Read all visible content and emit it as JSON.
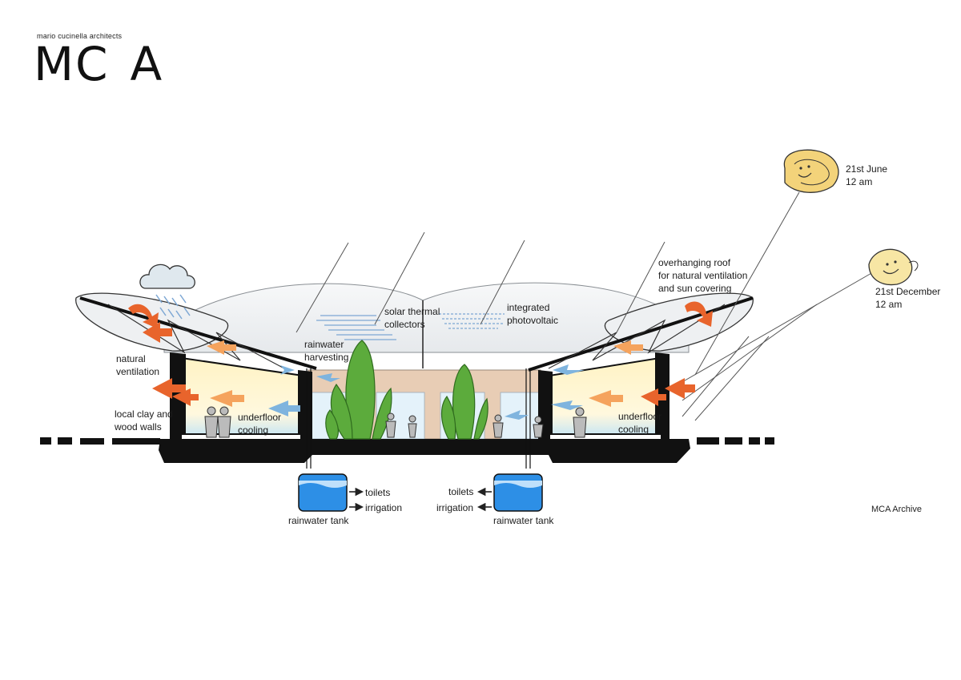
{
  "brand": {
    "subtitle": "mario cucinella architects",
    "logo_letters": [
      "MC",
      "A"
    ]
  },
  "credit": "MCA Archive",
  "colors": {
    "roof_glass": "#eef0f2",
    "wall_fill": "#fff4c8",
    "water": "#2d8fe6",
    "plant": "#5cab3c",
    "sun": "#f3d37a",
    "warm_arrow": "#e8642c",
    "cool_arrow": "#7fb4de",
    "ground": "#111111",
    "back_wall": "#e8cdb5"
  },
  "icons": [
    "cloud-icon",
    "sun-icon",
    "sun-icon",
    "person-icon",
    "plant-icon"
  ],
  "labels": {
    "sun_june": [
      "21st June",
      "12 am"
    ],
    "sun_december": [
      "21st December",
      "12 am"
    ],
    "overhanging_roof": [
      "overhanging roof",
      "for natural ventilation",
      "and sun covering"
    ],
    "solar_thermal": [
      "solar thermal",
      "collectors"
    ],
    "integrated_pv": [
      "integrated",
      "photovoltaic"
    ],
    "rainwater_harvesting": [
      "rainwater",
      "harvesting"
    ],
    "natural_ventilation": [
      "natural",
      "ventilation"
    ],
    "local_clay": [
      "local clay and",
      "wood walls"
    ],
    "underfloor_left": [
      "underfloor",
      "cooling"
    ],
    "underfloor_right": [
      "underfloor",
      "cooling"
    ],
    "toilets_left": "toilets",
    "irrigation_left": "irrigation",
    "tank_left": "rainwater tank",
    "toilets_right": "toilets",
    "irrigation_right": "irrigation",
    "tank_right": "rainwater tank"
  }
}
